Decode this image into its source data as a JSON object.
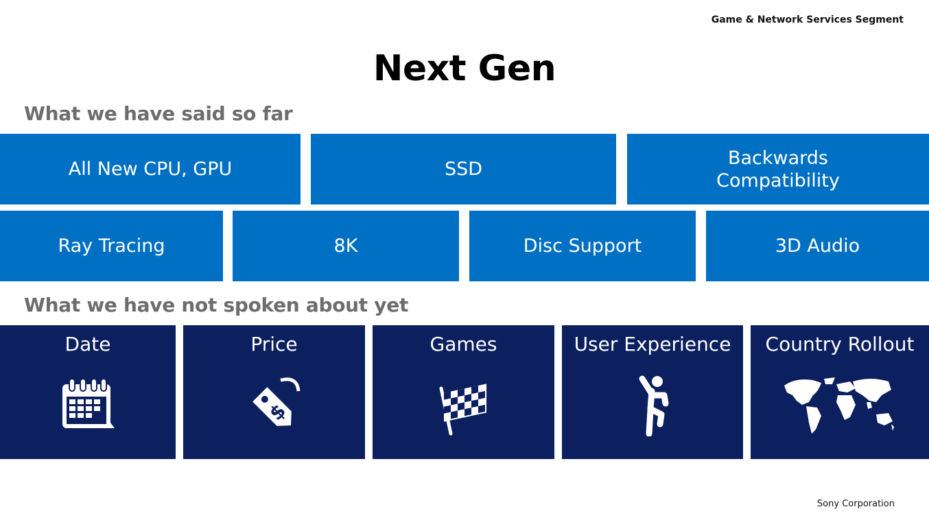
{
  "header": {
    "segment": "Game & Network Services Segment"
  },
  "title": "Next Gen",
  "said": {
    "heading": "What we have said so far",
    "row1": [
      "All New CPU, GPU",
      "SSD",
      "Backwards Compatibility"
    ],
    "row2": [
      "Ray Tracing",
      "8K",
      "Disc Support",
      "3D Audio"
    ]
  },
  "not_spoken": {
    "heading": "What we have not spoken about yet",
    "items": [
      {
        "label": "Date",
        "icon": "calendar-icon"
      },
      {
        "label": "Price",
        "icon": "price-tag-icon"
      },
      {
        "label": "Games",
        "icon": "checkered-flag-icon"
      },
      {
        "label": "User Experience",
        "icon": "jumping-person-icon"
      },
      {
        "label": "Country Rollout",
        "icon": "world-map-icon"
      }
    ]
  },
  "footer": {
    "company": "Sony Corporation"
  },
  "colors": {
    "light_tile": "#0070c4",
    "dark_tile": "#0c1f5e",
    "heading_gray": "#6d6d6d"
  }
}
